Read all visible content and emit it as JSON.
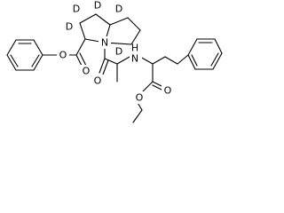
{
  "molecule": {
    "atom_labels": {
      "ring_deuterium_1": "D",
      "ring_deuterium_2": "D",
      "ring_deuterium_3": "D",
      "ring_deuterium_4": "D",
      "ring_deuterium_5": "D",
      "ester_oxygen_benzyl": "O",
      "carbonyl_oxygen_carbamate": "O",
      "ring_nitrogen": "N",
      "amine_hydrogen": "H",
      "amine_nitrogen": "N",
      "amide_oxygen": "O",
      "ester_carbonyl_oxygen": "O",
      "ester_ether_oxygen": "O"
    }
  }
}
